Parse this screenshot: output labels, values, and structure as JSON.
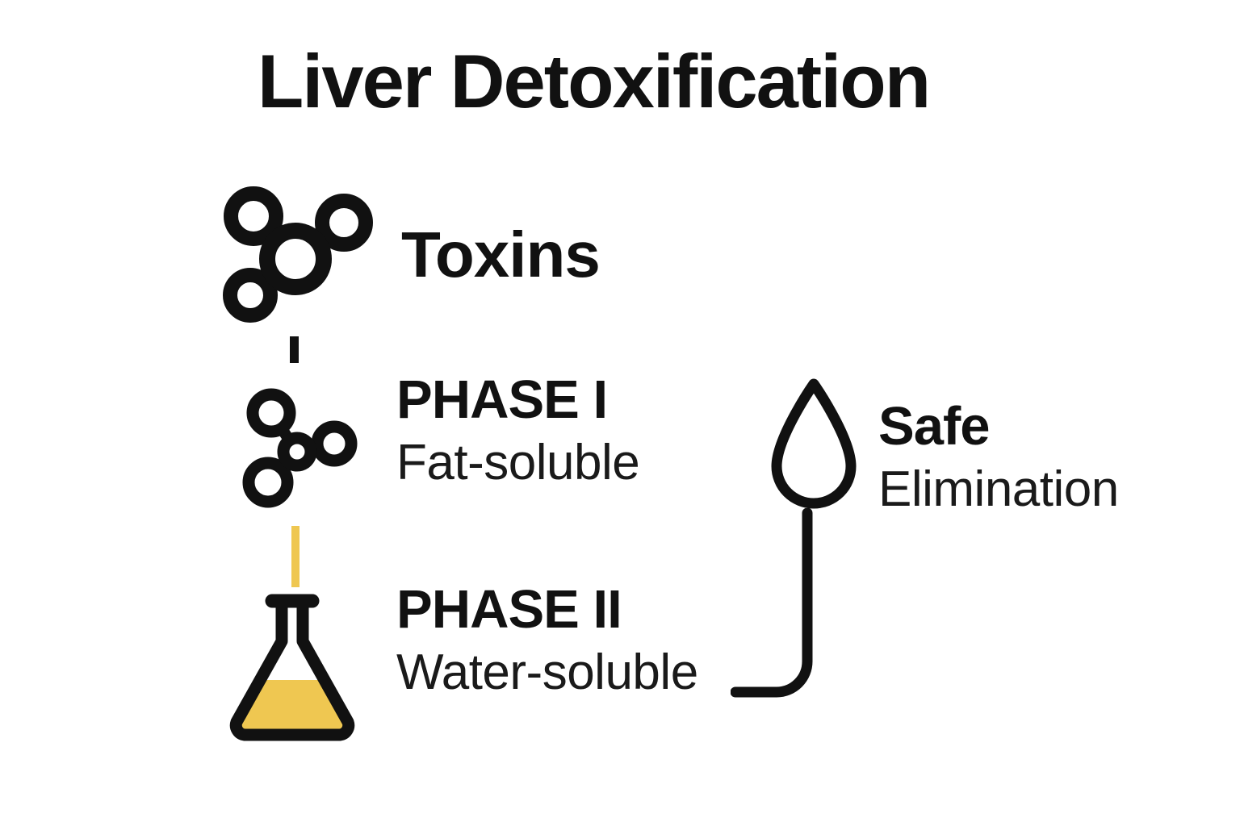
{
  "page": {
    "title": "Liver Detoxification",
    "background_color": "#ffffff",
    "ink_color": "#111111",
    "accent_color": "#EFC751"
  },
  "diagram": {
    "type": "process-flow",
    "orientation": "vertical-then-right",
    "steps": [
      {
        "id": "toxins",
        "icon": "molecule-icon",
        "heading": "Toxins",
        "subtext": ""
      },
      {
        "id": "phase-1",
        "icon": "molecule-icon",
        "heading": "PHASE I",
        "subtext": "Fat-soluble"
      },
      {
        "id": "phase-2",
        "icon": "flask-icon",
        "heading": "PHASE II",
        "subtext": "Water-soluble"
      },
      {
        "id": "elimination",
        "icon": "droplet-icon",
        "heading": "Safe",
        "subtext": "Elimination"
      }
    ],
    "connectors": [
      {
        "id": "toxins-to-phase1",
        "style": "dash",
        "color": "#111111"
      },
      {
        "id": "phase1-to-phase2",
        "style": "stream",
        "color": "#EFC751"
      },
      {
        "id": "phase2-to-elimination",
        "style": "elbow",
        "color": "#111111"
      }
    ]
  }
}
